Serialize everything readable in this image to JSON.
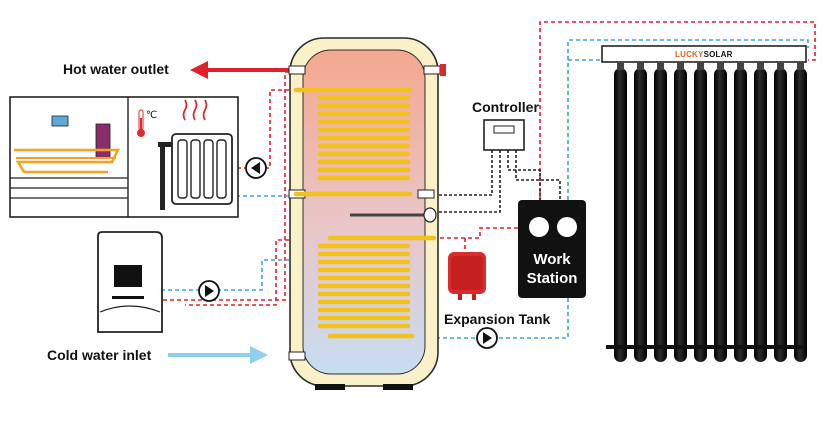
{
  "labels": {
    "hot_water_outlet": "Hot water outlet",
    "cold_water_inlet": "Cold water inlet",
    "controller": "Controller",
    "expansion_tank": "Expansion Tank",
    "work_station_line1": "Work",
    "work_station_line2": "Station",
    "brand_part1": "LUCKY",
    "brand_part2": "SOLAR",
    "thermometer_unit": "℃"
  },
  "colors": {
    "hot_pipe": "#e0202a",
    "cold_pipe": "#3aa6d6",
    "coil": "#f2c21a",
    "tank_shell": "#fbf1c9",
    "tank_top": "#f3a88f",
    "tank_bottom": "#c7ddf1",
    "brand_orange": "#e8601c",
    "work_station": "#111111",
    "expansion_tank": "#d92b2b"
  },
  "icons": {
    "hot_arrow": "arrow-left-icon",
    "cold_arrow": "arrow-right-icon",
    "pump": "pump-icon",
    "thermometer": "thermometer-icon",
    "radiator": "radiator-icon",
    "boiler": "boiler-icon"
  }
}
